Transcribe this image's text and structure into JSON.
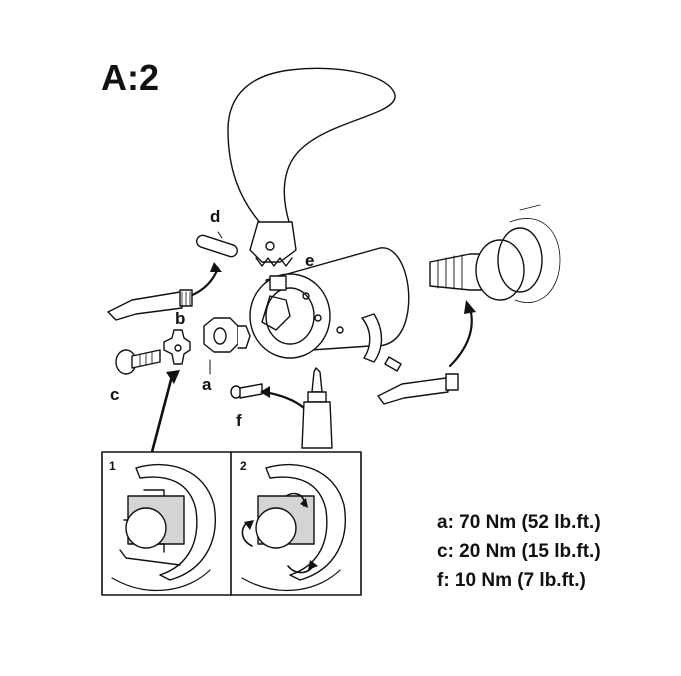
{
  "title": "A:2",
  "labels": {
    "a": "a",
    "b": "b",
    "c": "c",
    "d": "d",
    "e": "e",
    "f": "f"
  },
  "steps": [
    "1",
    "2"
  ],
  "torque": [
    "a: 70 Nm (52 lb.ft.)",
    "c: 20 Nm (15 lb.ft.)",
    "f: 10 Nm (7 lb.ft.)"
  ]
}
